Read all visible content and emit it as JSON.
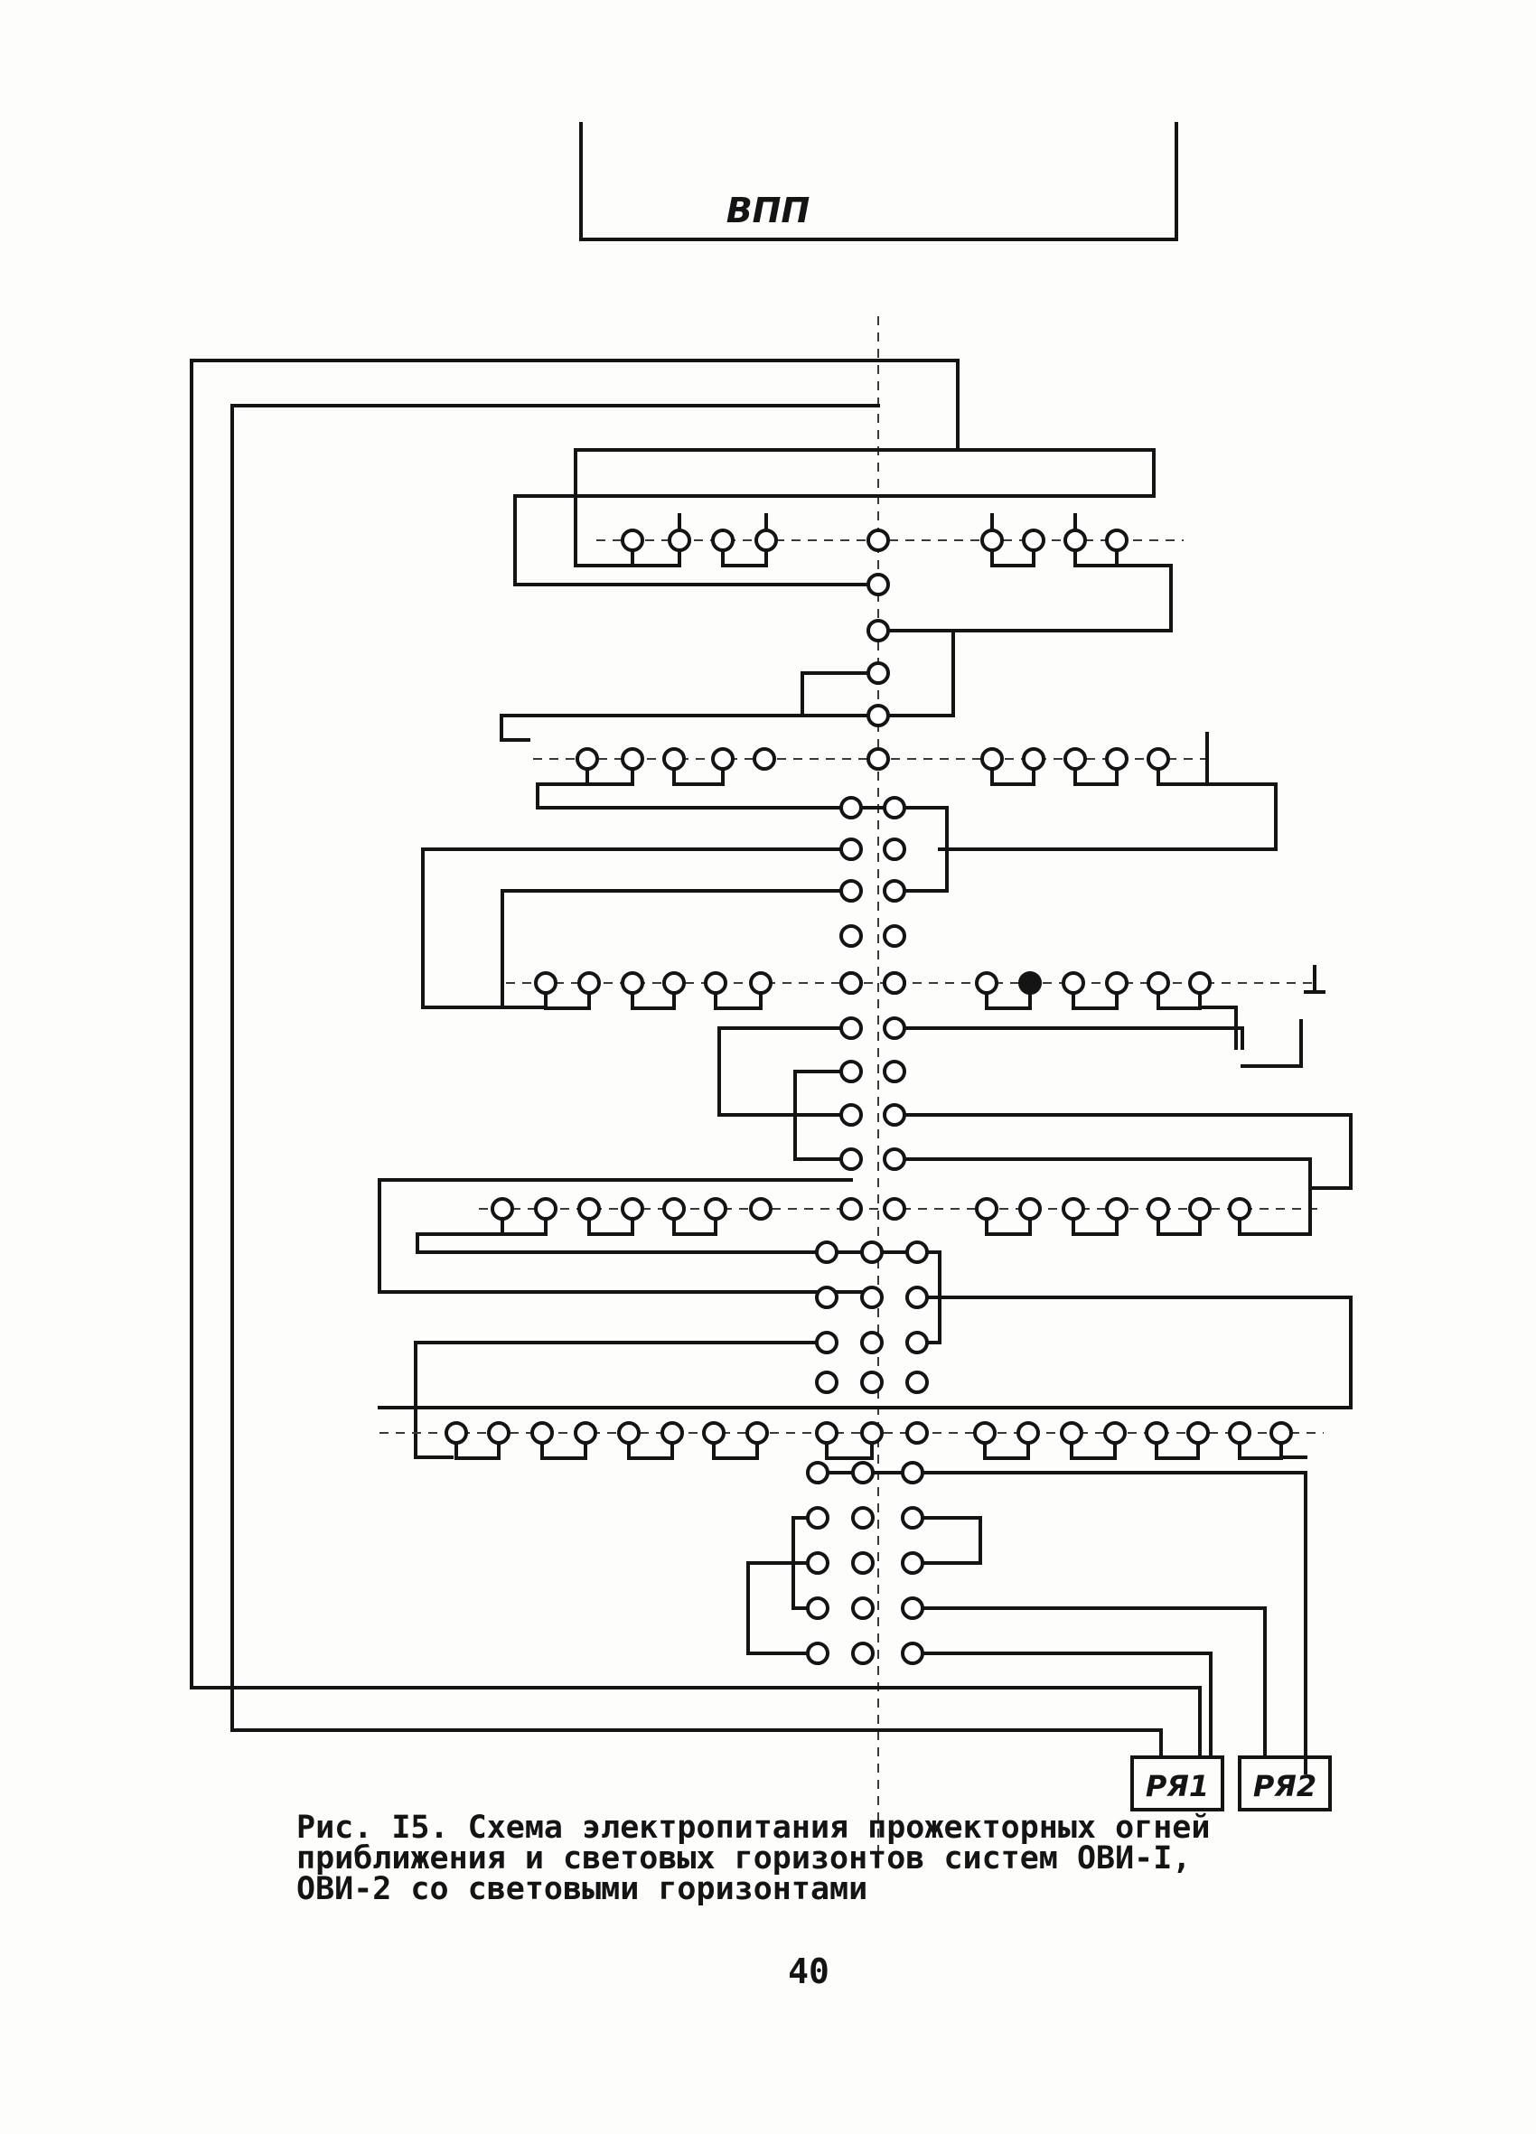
{
  "diagram": {
    "runway_label": "ВПП",
    "regulators": [
      {
        "id": "reg1",
        "label": "РЯ1"
      },
      {
        "id": "reg2",
        "label": "РЯ2"
      }
    ]
  },
  "caption": {
    "lines": [
      "Рис. I5. Схема электропитания прожекторных огней",
      "приближения и световых горизонтов систем ОВИ-I,",
      "ОВИ-2 со световыми горизонтами"
    ]
  },
  "page_number": "40"
}
